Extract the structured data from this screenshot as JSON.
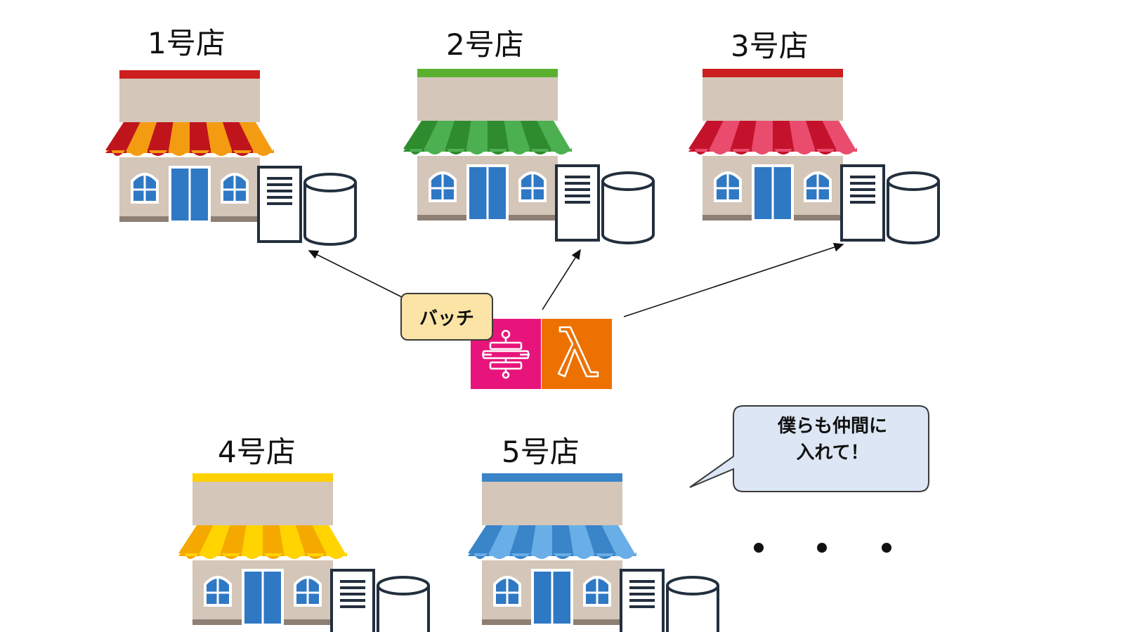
{
  "stores": [
    {
      "label": "1号店",
      "awning": "#f39c12",
      "awning_alt": "#c0141c",
      "band": "#cc1f1f"
    },
    {
      "label": "2号店",
      "awning": "#4caf50",
      "awning_alt": "#2e8b2e",
      "band": "#5cb030"
    },
    {
      "label": "3号店",
      "awning": "#e94c6c",
      "awning_alt": "#c4122c",
      "band": "#cc1f1f"
    },
    {
      "label": "4号店",
      "awning": "#ffd400",
      "awning_alt": "#f5a800",
      "band": "#ffd000"
    },
    {
      "label": "5号店",
      "awning": "#69aee6",
      "awning_alt": "#3a84c8",
      "band": "#3a84c8"
    }
  ],
  "batch": {
    "label": "バッチ"
  },
  "speech_bubble": {
    "line1": "僕らも仲間に",
    "line2": "入れて！"
  },
  "colors": {
    "step_functions": "#e7157b",
    "lambda": "#ed7100",
    "server_stroke": "#232f3e",
    "wall": "#d4c6b8",
    "window": "#2f78c4",
    "bubble_fill": "#dce6f4"
  },
  "icons": {
    "step_functions": "step-functions-icon",
    "lambda": "lambda-icon",
    "server": "server-icon",
    "database": "database-icon"
  }
}
